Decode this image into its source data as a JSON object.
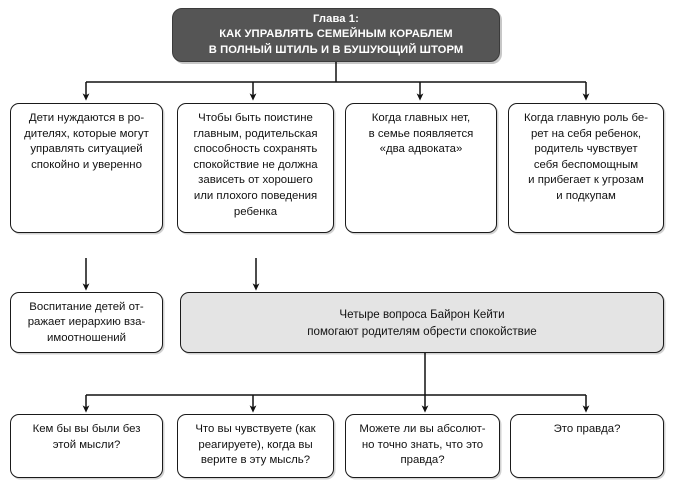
{
  "diagram": {
    "title_box": {
      "id": "chapter-header",
      "text": "Глава 1:\nКАК УПРАВЛЯТЬ СЕМЕЙНЫМ КОРАБЛЕМ\nВ ПОЛНЫЙ ШТИЛЬ И В БУШУЮЩИЙ ШТОРМ",
      "fill": "#555555",
      "text_color": "#ffffff"
    },
    "row2": [
      {
        "id": "node-children-need-parents",
        "text": "Дети нуждаются в ро-\nдителях, которые могут\nуправлять ситуацией\nспокойно и уверенно"
      },
      {
        "id": "node-truly-in-charge",
        "text": "Чтобы быть поистине\nглавным, родительская\nспособность сохранять\nспокойствие не должна\nзависеть от хорошего\nили плохого поведения\nребенка"
      },
      {
        "id": "node-two-lawyers",
        "text": "Когда главных нет,\nв семье появляется\n«два адвоката»"
      },
      {
        "id": "node-child-takes-lead",
        "text": "Когда главную роль бе-\nрет на себя ребенок,\nродитель чувствует\nсебя беспомощным\nи прибегает к угрозам\nи подкупам"
      }
    ],
    "row3": [
      {
        "id": "node-upbringing-hierarchy",
        "text": "Воспитание детей от-\nражает иерархию вза-\nимоотношений"
      },
      {
        "id": "node-four-questions",
        "text": "Четыре вопроса Байрон Кейти\nпомогают родителям обрести спокойствие",
        "fill": "#e4e4e4"
      }
    ],
    "row4": [
      {
        "id": "node-question-1",
        "text": "Кем бы вы были без\nэтой мысли?"
      },
      {
        "id": "node-question-2",
        "text": "Что вы чувствуете (как\nреагируете), когда вы\nверите в эту мысль?"
      },
      {
        "id": "node-question-3",
        "text": "Можете ли вы абсолют-\nно точно знать, что это\nправда?"
      },
      {
        "id": "node-question-4",
        "text": "Это правда?"
      }
    ],
    "colors": {
      "header_fill": "#555555",
      "shaded_fill": "#e4e4e4",
      "line": "#111111",
      "border": "#1a1a1a",
      "background": "#ffffff"
    }
  }
}
